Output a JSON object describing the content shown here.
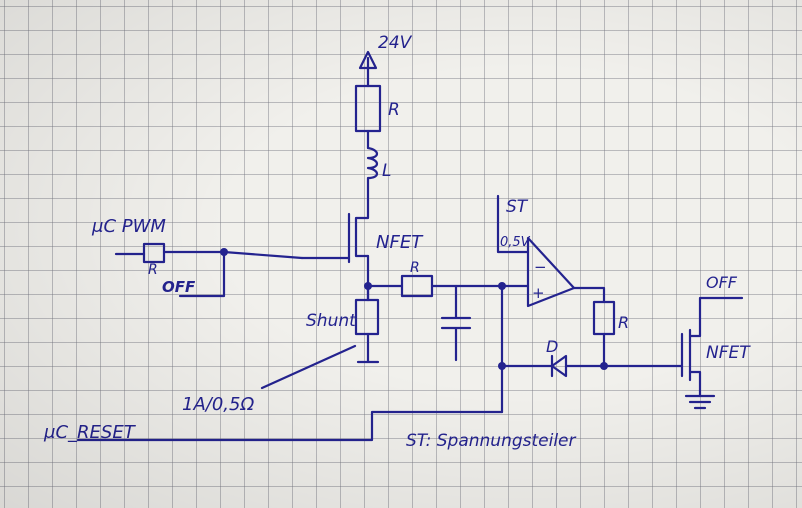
{
  "labels": {
    "supply": "24V",
    "resistor_top": "R",
    "inductor": "L",
    "nfet_main": "NFET",
    "shunt": "Shunt",
    "shunt_rating": "1A/0,5Ω",
    "uc_pwm": "μC PWM",
    "r_pwm": "R",
    "off_left": "OFF",
    "r_series": "R",
    "st": "ST",
    "vref": "0,5V",
    "opamp_minus": "−",
    "opamp_plus": "+",
    "r_right": "R",
    "diode": "D",
    "nfet_right": "NFET",
    "off_right": "OFF",
    "uc_reset": "μC_RESET",
    "st_divider": "ST: Spannungsteiler"
  },
  "colors": {
    "ink": "#24238f",
    "paper": "#f1f0ec",
    "grid": "#8a8a95"
  }
}
